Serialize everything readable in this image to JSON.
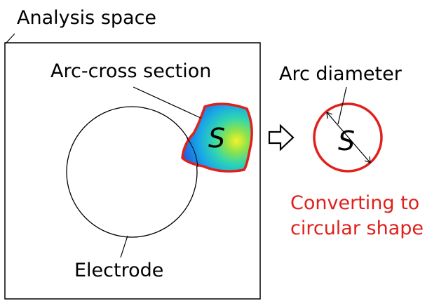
{
  "labels": {
    "analysis_space": "Analysis space",
    "arc_cross_section": "Arc-cross section",
    "electrode": "Electrode",
    "arc_diameter": "Arc diameter",
    "converting_line1": "Converting to",
    "converting_line2": "circular shape",
    "s_symbol_arc": "S",
    "s_symbol_circle": "S"
  },
  "colors": {
    "outline": "#000000",
    "highlight_red": "#e0201c",
    "heat_low": "#1d4fe3",
    "heat_mid": "#19c7d2",
    "heat_high": "#f5f22a"
  },
  "icons": {
    "process_arrow": "hollow-right-arrow-icon"
  }
}
